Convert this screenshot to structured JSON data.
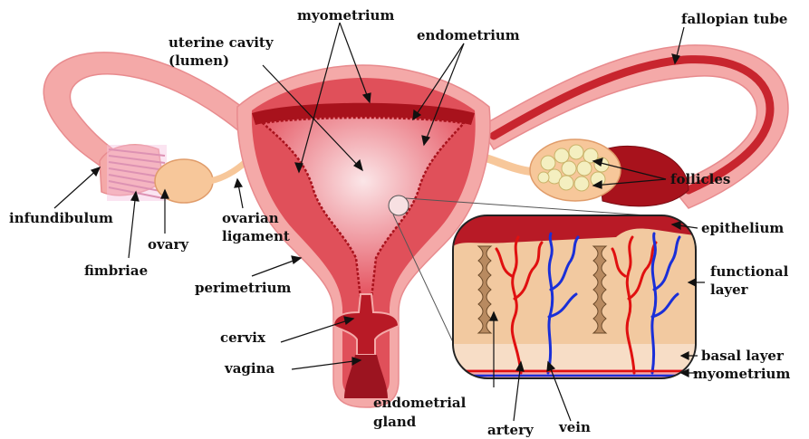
{
  "labels": {
    "myometrium_top": "myometrium",
    "uterine_cavity_1": "uterine cavity",
    "uterine_cavity_2": "(lumen)",
    "endometrium": "endometrium",
    "fallopian_tube": "fallopian tube",
    "follicles": "follicles",
    "infundibulum": "infundibulum",
    "ovary": "ovary",
    "fimbriae": "fimbriae",
    "ovarian_ligament_1": "ovarian",
    "ovarian_ligament_2": "ligament",
    "perimetrium": "perimetrium",
    "cervix": "cervix",
    "vagina": "vagina",
    "epithelium": "epithelium",
    "functional_layer_1": "functional",
    "functional_layer_2": "layer",
    "basal_layer": "basal layer",
    "myometrium_inset": "myometrium",
    "endometrial_gland_1": "endometrial",
    "endometrial_gland_2": "gland",
    "artery": "artery",
    "vein": "vein"
  },
  "colors": {
    "outer_wall": "#f4a9a8",
    "myometrium": "#e0505a",
    "endometrium": "#c8252e",
    "cavity": "#f7d6d8",
    "ovary": "#f7c79a",
    "follicle": "#f4efc0",
    "functional_layer": "#f2c9a0",
    "basal_layer": "#f7ddc6",
    "artery": "#e01010",
    "vein": "#1a2fd8",
    "gland": "#b88a60"
  }
}
